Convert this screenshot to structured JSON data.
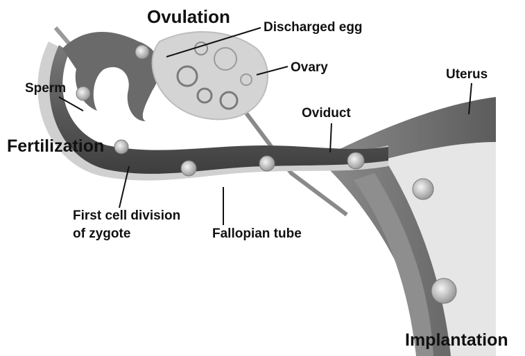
{
  "labels": {
    "ovulation": "Ovulation",
    "discharged_egg": "Discharged egg",
    "ovary": "Ovary",
    "uterus": "Uterus",
    "sperm": "Sperm",
    "oviduct": "Oviduct",
    "fertilization": "Fertilization",
    "first_cell_division_line1": "First cell division",
    "first_cell_division_line2": "of zygote",
    "fallopian_tube": "Fallopian tube",
    "implantation": "Implantation"
  },
  "colors": {
    "tube_dark": "#5a5a5a",
    "tube_outline": "#c8c8c8",
    "ovary": "#d2d2d2",
    "uterus_wall": "#cfcfcf",
    "uterus_cavity": "#ececec",
    "ink": "#111111"
  },
  "icons": [
    "sperm-cell-icon",
    "egg-cell-icon",
    "zygote-icon",
    "embryo-icon"
  ]
}
